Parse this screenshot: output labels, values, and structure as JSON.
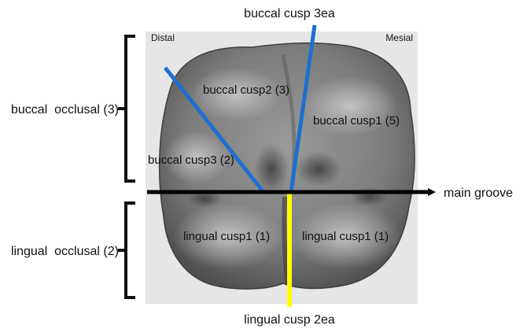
{
  "title_top": "buccal cusp 3ea",
  "title_bottom": "lingual cusp 2ea",
  "corner_labels": {
    "left": "Distal",
    "right": "Mesial"
  },
  "side_labels": {
    "upper": "buccal  occlusal (3)",
    "lower": "lingual  occlusal (2)"
  },
  "groove_label": "main groove",
  "cusp_labels": {
    "buccal2": "buccal cusp2 (3)",
    "buccal1": "buccal cusp1 (5)",
    "buccal3": "buccal cusp3 (2)",
    "lingual_left": "lingual cusp1 (1)",
    "lingual_right": "lingual cusp1 (1)"
  },
  "colors": {
    "buccal_line": "#1e6fd0",
    "lingual_line": "#ffff00",
    "groove_arrow": "#000000",
    "panel_background": "#e6e6e6",
    "tooth_surface": "#8a8a8a"
  }
}
